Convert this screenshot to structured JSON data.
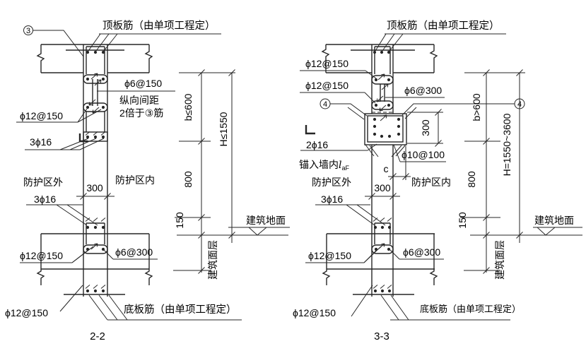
{
  "drawing": {
    "left": {
      "caption": "2-2",
      "ref_bubble": "3",
      "labels": {
        "top_slab": "顶板筋（由单项工程定）",
        "wall_tie": "ϕ6@150",
        "note1": "纵向间距",
        "note2": "2倍于③筋",
        "wall_vbar": "ϕ12@150",
        "corner_bars_upper": "3ϕ16",
        "zone_out": "防护区外",
        "wall_width": "300",
        "zone_in": "防护区内",
        "corner_bars_lower": "3ϕ16",
        "slab_vbar": "ϕ12@150",
        "slab_tie": "ϕ6@300",
        "bottom_vbar": "ϕ12@150",
        "bottom_slab": "底板筋（由单项工程定）"
      },
      "dims": {
        "b": "b≤600",
        "H": "H≤1550",
        "h800": "800",
        "h150": "150",
        "ground": "建筑地面",
        "finish": "建筑面层"
      }
    },
    "right": {
      "caption": "3-3",
      "ref_bubble": "4",
      "labels": {
        "top_slab": "顶板筋（由单项工程定）",
        "wall_vbar1": "ϕ12@150",
        "wall_vbar2": "ϕ12@150",
        "wall_tie": "ϕ6@300",
        "column_height": "300",
        "added_bars": "2ϕ16",
        "anchor_text": "锚入墙内",
        "anchor_var": "l",
        "anchor_sub": "aF",
        "column_tie": "ϕ10@100",
        "flange_width": "c",
        "zone_out": "防护区外",
        "wall_width": "300",
        "zone_in": "防护区内",
        "corner_bars": "3ϕ16",
        "slab_vbar": "ϕ12@150",
        "slab_tie": "ϕ6@300",
        "bottom_vbar": "ϕ12@150",
        "bottom_slab": "底板筋（由单项工程定）"
      },
      "dims": {
        "b": "b>600",
        "H": "H=1550~3600",
        "h800": "800",
        "h150": "150",
        "ground": "建筑地面",
        "finish": "建筑面层"
      }
    }
  }
}
